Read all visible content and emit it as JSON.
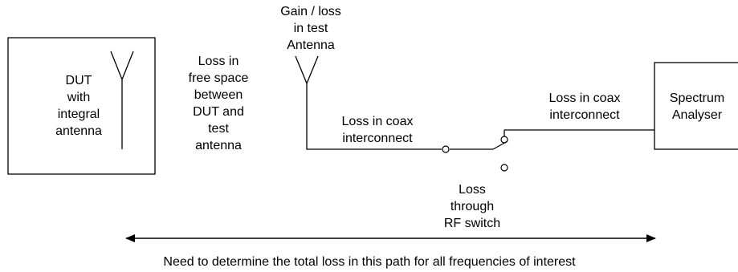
{
  "diagram": {
    "dut_label": [
      "DUT",
      "with",
      "integral",
      "antenna"
    ],
    "free_space_label": [
      "Loss in",
      "free space",
      "between",
      "DUT and",
      "test",
      "antenna"
    ],
    "test_antenna_label": [
      "Gain / loss",
      "in test",
      "Antenna"
    ],
    "coax_left_label": [
      "Loss in coax",
      "interconnect"
    ],
    "coax_right_label": [
      "Loss in coax",
      "interconnect"
    ],
    "analyser_label": [
      "Spectrum",
      "Analyser"
    ],
    "switch_label": [
      "Loss",
      "through",
      "RF switch"
    ],
    "path_caption": "Need to determine the total loss in this path for all frequencies of interest"
  },
  "colors": {
    "stroke": "#000000",
    "background": "#ffffff"
  }
}
